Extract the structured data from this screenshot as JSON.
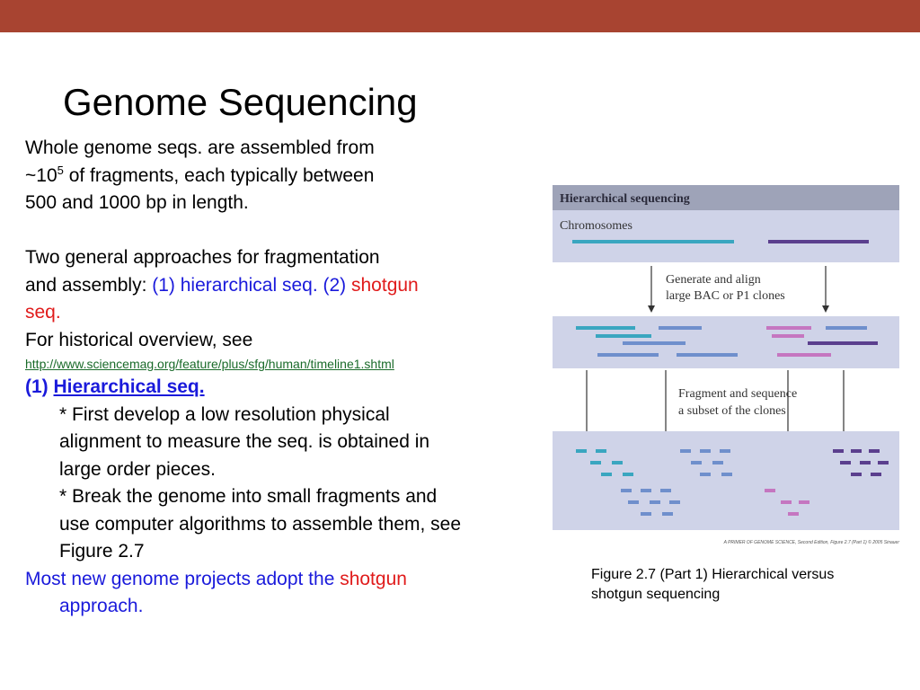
{
  "slide": {
    "title": "Genome Sequencing",
    "para1": {
      "line1": "Whole genome seqs. are assembled from",
      "line2_pre": "~10",
      "line2_sup": "5",
      "line2_post": " of fragments, each typically between",
      "line3": "500 and 1000 bp in length."
    },
    "para2": {
      "line1": "Two general approaches for fragmentation",
      "line2_pre": "and assembly: ",
      "line2_blue": "(1) hierarchical seq. (2) ",
      "line2_red": "shotgun",
      "line3_red": "seq.",
      "line4": "For historical overview, see",
      "url": "http://www.sciencemag.org/feature/plus/sfg/human/timeline1.shtml"
    },
    "section1": {
      "num": "(1) ",
      "heading": "Hierarchical seq.",
      "lines": [
        "* First develop a low resolution physical",
        "alignment to measure the seq. is obtained in",
        "large order pieces.",
        "* Break the genome into small fragments and",
        "use computer algorithms to assemble them, see",
        "Figure 2.7"
      ]
    },
    "closing": {
      "blue": "Most new genome projects adopt the ",
      "red": "shotgun",
      "blue2": "approach."
    }
  },
  "figure": {
    "header": "Hierarchical sequencing",
    "label_chromosomes": "Chromosomes",
    "label_step1_line1": "Generate and align",
    "label_step1_line2": "large BAC or P1 clones",
    "label_step2_line1": "Fragment and sequence",
    "label_step2_line2": "a subset of the clones",
    "credit": "A PRIMER OF GENOME SCIENCE, Second Edition, Figure 2.7 (Part 1) © 2005 Sinauer",
    "colors": {
      "teal": "#3aa6c0",
      "blue": "#6f8fcc",
      "purple": "#5b3f8e",
      "pink": "#c576c0",
      "band": "#cfd3e8",
      "header": "#9ea3b8"
    }
  },
  "caption": {
    "line1": "Figure 2.7 (Part 1) Hierarchical versus",
    "line2": "shotgun sequencing"
  }
}
